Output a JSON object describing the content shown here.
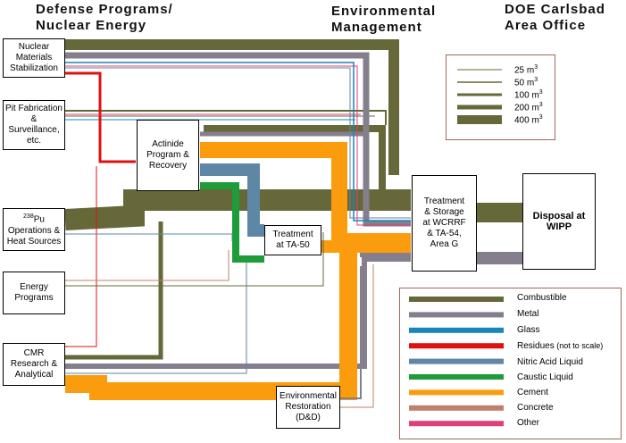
{
  "headers": {
    "defense": "Defense Programs/\nNuclear Energy",
    "env": "Environmental\nManagement",
    "doe": "DOE Carlsbad\nArea Office"
  },
  "nodes": {
    "nms": "Nuclear\nMaterials\nStabilization",
    "pit": "Pit Fabrication\n& Surveillance,\netc.",
    "actinide": "Actinide\nProgram &\nRecovery",
    "pu238_sup": "238",
    "pu238": "Pu\nOperations &\nHeat Sources",
    "ta50": "Treatment\nat TA-50",
    "energy": "Energy\nPrograms",
    "cmr": "CMR\nResearch &\nAnalytical",
    "wcrrf": "Treatment\n& Storage\nat WCRRF\n& TA-54,\nArea G",
    "wipp": "Disposal at\nWIPP",
    "er": "Environmental\nRestoration\n(D&D)"
  },
  "volume_legend": [
    {
      "label": "25 m",
      "sup": "3",
      "width": 1
    },
    {
      "label": "50 m",
      "sup": "3",
      "width": 1.5
    },
    {
      "label": "100 m",
      "sup": "3",
      "width": 3
    },
    {
      "label": "200 m",
      "sup": "3",
      "width": 5
    },
    {
      "label": "400 m",
      "sup": "3",
      "width": 10
    }
  ],
  "type_legend": [
    {
      "label": "Combustible",
      "note": "",
      "color": "#66683a"
    },
    {
      "label": "Metal",
      "note": "",
      "color": "#857e8c"
    },
    {
      "label": "Glass",
      "note": "",
      "color": "#1a86b7"
    },
    {
      "label": "Residues",
      "note": " (not to scale)",
      "color": "#e01010"
    },
    {
      "label": "Nitric Acid Liquid",
      "note": "",
      "color": "#5e87a6"
    },
    {
      "label": "Caustic Liquid",
      "note": "",
      "color": "#1f9c3a"
    },
    {
      "label": "Cement",
      "note": "",
      "color": "#fb9c0f"
    },
    {
      "label": "Concrete",
      "note": "",
      "color": "#c0806a"
    },
    {
      "label": "Other",
      "note": "",
      "color": "#e0407a"
    }
  ],
  "colors": {
    "combustible": "#66683a",
    "metal": "#857e8c",
    "glass": "#1a86b7",
    "residues": "#e01010",
    "nitric": "#5e87a6",
    "caustic": "#1f9c3a",
    "cement": "#fb9c0f",
    "concrete": "#c0806a",
    "other": "#e0407a",
    "panel_border": "#a0685a"
  }
}
